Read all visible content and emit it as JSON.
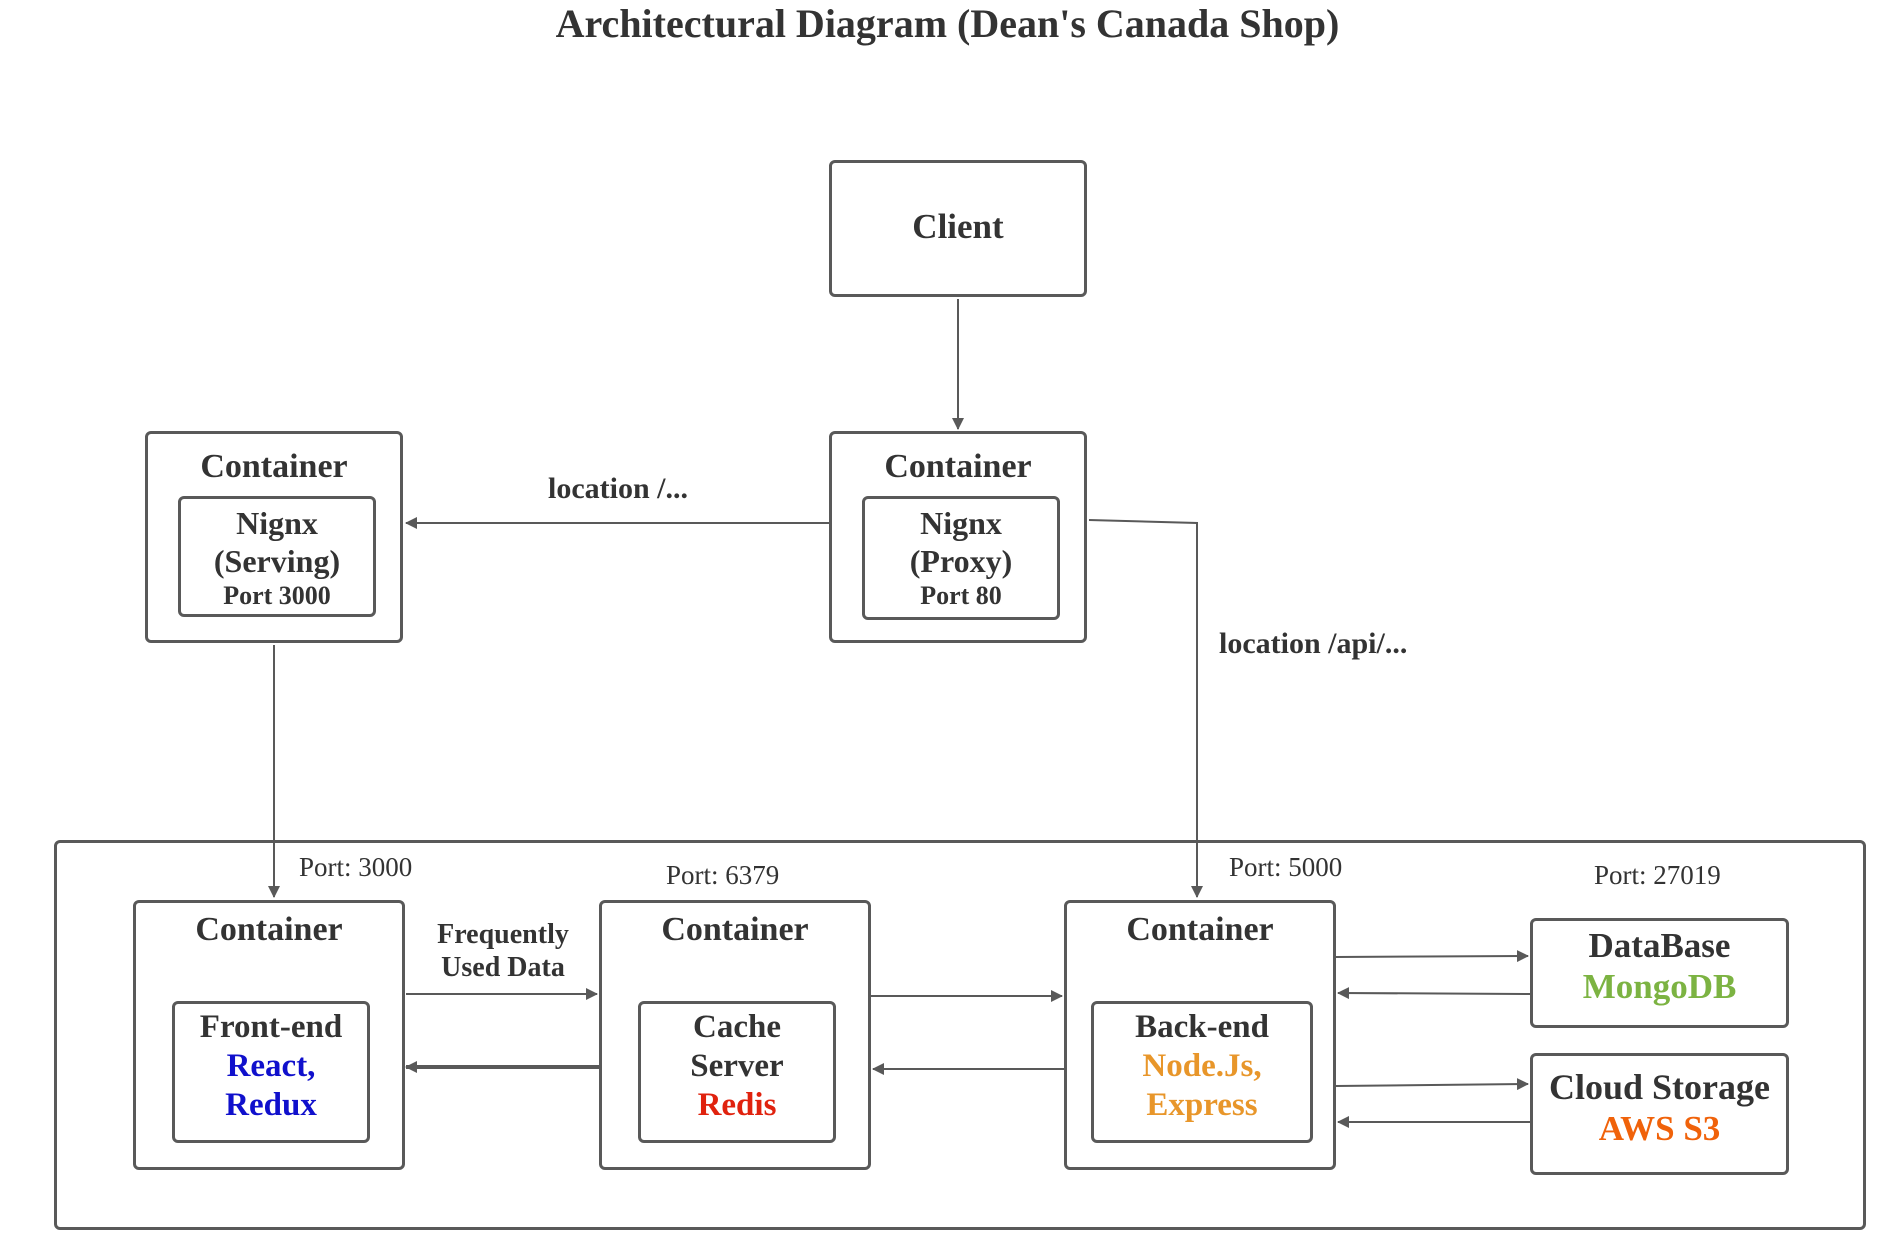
{
  "title": "Architectural Diagram (Dean's Canada Shop)",
  "nodes": {
    "client": {
      "label": "Client"
    },
    "proxy": {
      "container_label": "Container",
      "name": "Nignx",
      "role": "(Proxy)",
      "port": "Port 80"
    },
    "serving": {
      "container_label": "Container",
      "name": "Nignx",
      "role": "(Serving)",
      "port": "Port 3000"
    },
    "frontend": {
      "port_label": "Port: 3000",
      "container_label": "Container",
      "name": "Front-end",
      "tech_line1": "React,",
      "tech_line2": "Redux",
      "tech_color": "#1010cc"
    },
    "cache": {
      "port_label": "Port: 6379",
      "container_label": "Container",
      "name_line1": "Cache",
      "name_line2": "Server",
      "tech": "Redis",
      "tech_color": "#e0220e"
    },
    "backend": {
      "port_label": "Port: 5000",
      "container_label": "Container",
      "name": "Back-end",
      "tech_line1": "Node.Js,",
      "tech_line2": "Express",
      "tech_color": "#e8962a"
    },
    "database": {
      "port_label": "Port: 27019",
      "name": "DataBase",
      "tech": "MongoDB",
      "tech_color": "#7cb342"
    },
    "storage": {
      "name": "Cloud Storage",
      "tech": "AWS S3",
      "tech_color": "#f0620a"
    }
  },
  "edges": {
    "location_root": "location /...",
    "location_api": "location /api/...",
    "frequently_used": [
      "Frequently",
      "Used Data"
    ]
  },
  "colors": {
    "stroke": "#595959",
    "text": "#333333"
  }
}
